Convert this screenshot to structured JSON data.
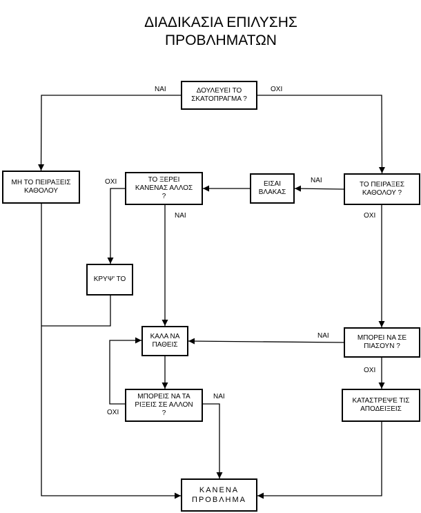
{
  "title": {
    "line1": "ΔΙΑΔΙΚΑΣΙΑ ΕΠΙΛΥΣΗΣ",
    "line2": "ΠΡΟΒΛΗΜΑΤΩΝ"
  },
  "nodes": {
    "works": {
      "lines": [
        "ΔΟΥΛΕΥΕΙ ΤΟ",
        "ΣΚΑΤΟΠΡΑΓΜΑ ?"
      ]
    },
    "dont_touch": {
      "lines": [
        "ΜΗ ΤΟ ΠΕΙΡΑΞΕΙΣ",
        "ΚΑΘΟΛΟΥ"
      ]
    },
    "someone": {
      "lines": [
        "ΤΟ ΞΕΡΕΙ",
        "ΚΑΝΕΝΑΣ ΑΛΛΟΣ",
        "?"
      ]
    },
    "idiot": {
      "lines": [
        "ΕΙΣΑΙ",
        "ΒΛΑΚΑΣ"
      ]
    },
    "touched": {
      "lines": [
        "ΤΟ ΠΕΙΡΑΞΕΣ",
        "ΚΑΘΟΛΟΥ ?"
      ]
    },
    "hide": {
      "lines": [
        "ΚΡΥΨ' ΤΟ"
      ]
    },
    "suffer": {
      "lines": [
        "ΚΑΛΑ ΝΑ",
        "ΠΑΘΕΙΣ"
      ]
    },
    "caught": {
      "lines": [
        "ΜΠΟΡΕΙ ΝΑ ΣΕ",
        "ΠΙΑΣΟΥΝ ?"
      ]
    },
    "blame": {
      "lines": [
        "ΜΠΟΡΕΙΣ ΝΑ ΤΑ",
        "ΡΙΞΕΙΣ ΣΕ ΑΛΛΟΝ",
        "?"
      ]
    },
    "destroy": {
      "lines": [
        "ΚΑΤΑΣΤΡΕΨΕ ΤΙΣ",
        "ΑΠΟΔΕΙΞΕΙΣ"
      ]
    },
    "no_problem": {
      "lines": [
        "ΚΑΝΕΝΑ",
        "ΠΡΟΒΛΗΜΑ"
      ]
    }
  },
  "edges": [
    {
      "from": "works",
      "to": "dont_touch",
      "from_side": "left",
      "to_side": "top",
      "label": "ΝΑΙ"
    },
    {
      "from": "works",
      "to": "touched",
      "from_side": "right",
      "to_side": "top",
      "label": "ΟΧΙ"
    },
    {
      "from": "touched",
      "to": "idiot",
      "from_side": "left",
      "to_side": "right",
      "label": "ΝΑΙ"
    },
    {
      "from": "idiot",
      "to": "someone",
      "from_side": "left",
      "to_side": "right",
      "label": ""
    },
    {
      "from": "someone",
      "to": "hide",
      "from_side": "left",
      "to_side": "top",
      "label": "ΟΧΙ"
    },
    {
      "from": "someone",
      "to": "suffer",
      "from_side": "bottom",
      "to_side": "top",
      "label": "ΝΑΙ"
    },
    {
      "from": "touched",
      "to": "caught",
      "from_side": "bottom",
      "to_side": "top",
      "label": "ΟΧΙ"
    },
    {
      "from": "caught",
      "to": "suffer",
      "from_side": "left",
      "to_side": "right",
      "label": "ΝΑΙ"
    },
    {
      "from": "caught",
      "to": "destroy",
      "from_side": "bottom",
      "to_side": "top",
      "label": "ΟΧΙ"
    },
    {
      "from": "suffer",
      "to": "blame",
      "from_side": "bottom",
      "to_side": "top",
      "label": ""
    },
    {
      "from": "blame",
      "to": "suffer",
      "from_side": "left",
      "to_side": "left",
      "label": "ΟΧΙ"
    },
    {
      "from": "blame",
      "to": "no_problem",
      "from_side": "right",
      "to_side": "top",
      "label": "ΝΑΙ"
    },
    {
      "from": "hide",
      "to": "dont_touch",
      "from_side": "bottom",
      "to_side": "bottom",
      "label": ""
    },
    {
      "from": "dont_touch",
      "to": "no_problem",
      "from_side": "bottom",
      "to_side": "left",
      "label": ""
    },
    {
      "from": "destroy",
      "to": "no_problem",
      "from_side": "bottom",
      "to_side": "right",
      "label": ""
    }
  ]
}
